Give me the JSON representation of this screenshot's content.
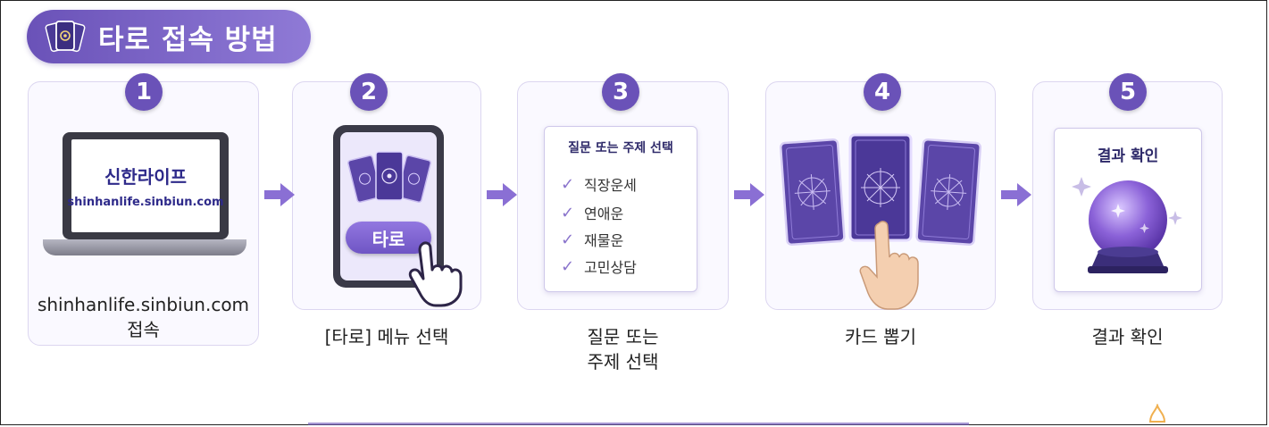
{
  "header": {
    "title": "타로 접속 방법"
  },
  "steps": [
    {
      "number": "1",
      "caption_lines": [
        "shinhanlife.sinbiun.com",
        "접속"
      ],
      "brand": "신한라이프",
      "url": "shinhanlife.sinbiun.com"
    },
    {
      "number": "2",
      "caption_lines": [
        "[타로] 메뉴 선택"
      ],
      "button_label": "타로"
    },
    {
      "number": "3",
      "caption_lines": [
        "질문 또는",
        "주제 선택"
      ],
      "panel_title": "질문 또는 주제 선택",
      "options": [
        "직장운세",
        "연애운",
        "재물운",
        "고민상담"
      ]
    },
    {
      "number": "4",
      "caption_lines": [
        "카드 뽑기"
      ]
    },
    {
      "number": "5",
      "caption_lines": [
        "결과 확인"
      ],
      "panel_title": "결과 확인"
    }
  ],
  "colors": {
    "accent": "#6a52b8",
    "card_purple": "#5b46a8",
    "border": "#dcd6f0"
  }
}
